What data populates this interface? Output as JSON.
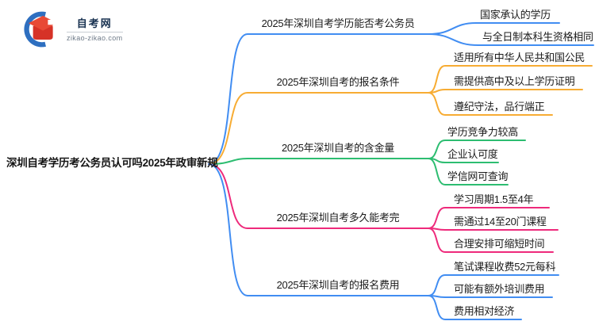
{
  "logo": {
    "title": "自考网",
    "domain": "zikao-zikao.com"
  },
  "root": {
    "label": "深圳自考学历考公务员认可吗2025年政审新规"
  },
  "colors": {
    "branch_blue": "#418df2",
    "branch_orange": "#f7ac33",
    "branch_green": "#2dbd71",
    "branch_pink": "#ee2a7b",
    "logo_blue": "#2e6fc0",
    "logo_red": "#e6392b",
    "text": "#1b1b1b"
  },
  "branches": [
    {
      "label": "2025年深圳自考学历能否考公务员",
      "color": "branch_blue",
      "children": [
        {
          "label": "国家承认的学历"
        },
        {
          "label": "与全日制本科生资格相同"
        }
      ]
    },
    {
      "label": "2025年深圳自考的报名条件",
      "color": "branch_orange",
      "children": [
        {
          "label": "适用所有中华人民共和国公民"
        },
        {
          "label": "需提供高中及以上学历证明"
        },
        {
          "label": "遵纪守法，品行端正"
        }
      ]
    },
    {
      "label": "2025年深圳自考的含金量",
      "color": "branch_green",
      "children": [
        {
          "label": "学历竞争力较高"
        },
        {
          "label": "企业认可度"
        },
        {
          "label": "学信网可查询"
        }
      ]
    },
    {
      "label": "2025年深圳自考多久能考完",
      "color": "branch_pink",
      "children": [
        {
          "label": "学习周期1.5至4年"
        },
        {
          "label": "需通过14至20门课程"
        },
        {
          "label": "合理安排可缩短时间"
        }
      ]
    },
    {
      "label": "2025年深圳自考的报名费用",
      "color": "branch_blue",
      "children": [
        {
          "label": "笔试课程收费52元每科"
        },
        {
          "label": "可能有额外培训费用"
        },
        {
          "label": "费用相对经济"
        }
      ]
    }
  ]
}
